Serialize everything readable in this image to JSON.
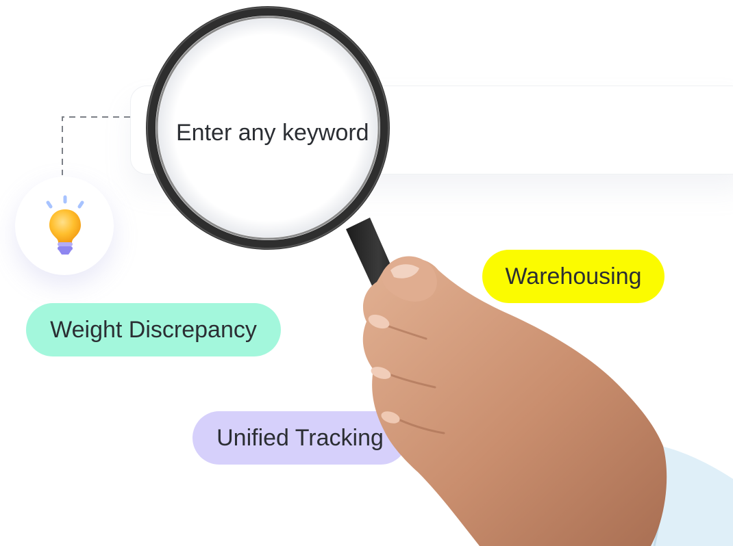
{
  "search": {
    "placeholder": "Enter any keyword"
  },
  "tags": [
    {
      "label": "Weight Discrepancy",
      "color": "#a3f7dc"
    },
    {
      "label": "Warehousing",
      "color": "#fbfb00"
    },
    {
      "label": "Unified Tracking",
      "color": "#d6d0fb"
    }
  ],
  "icons": {
    "idea": "lightbulb-icon",
    "search": "magnifying-glass-icon"
  },
  "colors": {
    "bulb": "#ffbf2e",
    "bulb_base": "#8e86f0",
    "lens_rim": "#2e2e2e",
    "skin": "#c98e6e",
    "sleeve": "#dfeff8"
  }
}
